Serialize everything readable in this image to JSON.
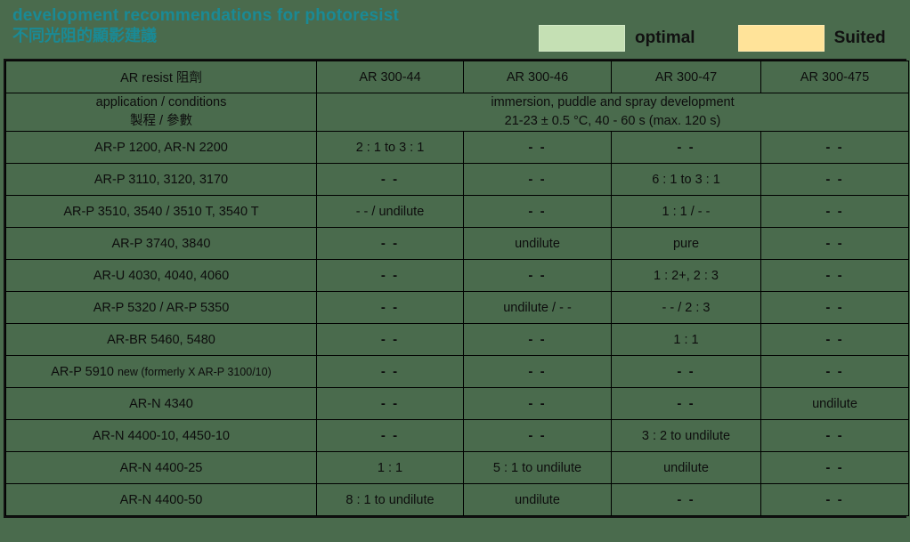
{
  "header": {
    "title_en": "development recommendations for photoresist",
    "title_zh": "不同光阻的顯影建議",
    "title_color": "#1a8a95"
  },
  "legend": {
    "optimal": {
      "label": "optimal",
      "color": "#c5e0b4"
    },
    "suited": {
      "label": "Suited",
      "color": "#ffe399"
    },
    "none_color": "#4a6b4d"
  },
  "table": {
    "row_header_label": "AR resist 阻劑",
    "columns": [
      "AR 300-44",
      "AR 300-46",
      "AR 300-47",
      "AR 300-475"
    ],
    "conditions": {
      "label_en": "application / conditions",
      "label_zh": "製程 / 參數",
      "line1": "immersion, puddle and spray development",
      "line2": "21-23 ± 0.5 °C, 40 - 60 s (max. 120 s)"
    },
    "dash": "- -",
    "rows": [
      {
        "name": "AR-P 1200, AR-N 2200",
        "name_small": "",
        "cells": [
          {
            "text": "2 : 1 to 3 : 1",
            "state": "optimal"
          },
          {
            "text": "- -",
            "state": "none"
          },
          {
            "text": "- -",
            "state": "none"
          },
          {
            "text": "- -",
            "state": "none"
          }
        ]
      },
      {
        "name": "AR-P 3110, 3120, 3170",
        "name_small": "",
        "cells": [
          {
            "text": "- -",
            "state": "none"
          },
          {
            "text": "- -",
            "state": "none"
          },
          {
            "text": "6 : 1 to 3 : 1",
            "state": "suited"
          },
          {
            "text": "- -",
            "state": "none"
          }
        ]
      },
      {
        "name": "AR-P 3510, 3540 / 3510 T, 3540 T",
        "name_small": "",
        "cells": [
          {
            "text": "- - / undilute",
            "state": "optimal"
          },
          {
            "text": "- -",
            "state": "none"
          },
          {
            "text": "1 : 1 / - -",
            "state": "suited"
          },
          {
            "text": "- -",
            "state": "none"
          }
        ]
      },
      {
        "name": "AR-P 3740, 3840",
        "name_small": "",
        "cells": [
          {
            "text": "- -",
            "state": "none"
          },
          {
            "text": "undilute",
            "state": "suited"
          },
          {
            "text": "pure",
            "state": "optimal"
          },
          {
            "text": "- -",
            "state": "none"
          }
        ]
      },
      {
        "name": "AR-U 4030, 4040, 4060",
        "name_small": "",
        "cells": [
          {
            "text": "- -",
            "state": "none"
          },
          {
            "text": "- -",
            "state": "none"
          },
          {
            "text": "1 : 2+, 2 : 3",
            "state": "suited"
          },
          {
            "text": "- -",
            "state": "none"
          }
        ]
      },
      {
        "name": "AR-P 5320 / AR-P 5350",
        "name_small": "",
        "cells": [
          {
            "text": "- -",
            "state": "none"
          },
          {
            "text": "undilute / - -",
            "state": "suited"
          },
          {
            "text": "- - / 2 : 3",
            "state": "suited"
          },
          {
            "text": "- -",
            "state": "none"
          }
        ]
      },
      {
        "name": "AR-BR 5460, 5480",
        "name_small": "",
        "cells": [
          {
            "text": "- -",
            "state": "none"
          },
          {
            "text": "- -",
            "state": "none"
          },
          {
            "text": "1 : 1",
            "state": "optimal"
          },
          {
            "text": "- -",
            "state": "none"
          }
        ]
      },
      {
        "name": "AR-P 5910 ",
        "name_small": "new (formerly X AR-P 3100/10)",
        "cells": [
          {
            "text": "- -",
            "state": "none"
          },
          {
            "text": "- -",
            "state": "none"
          },
          {
            "text": "- -",
            "state": "none"
          },
          {
            "text": "- -",
            "state": "none"
          }
        ]
      },
      {
        "name": "AR-N 4340",
        "name_small": "",
        "cells": [
          {
            "text": "- -",
            "state": "none"
          },
          {
            "text": "- -",
            "state": "none"
          },
          {
            "text": "- -",
            "state": "none"
          },
          {
            "text": "undilute",
            "state": "optimal"
          }
        ]
      },
      {
        "name": "AR-N 4400-10, 4450-10",
        "name_small": "",
        "cells": [
          {
            "text": "- -",
            "state": "none"
          },
          {
            "text": "- -",
            "state": "none"
          },
          {
            "text": "3 : 2 to undilute",
            "state": "suited"
          },
          {
            "text": "- -",
            "state": "none"
          }
        ]
      },
      {
        "name": "AR-N 4400-25",
        "name_small": "",
        "cells": [
          {
            "text": "1 : 1",
            "state": "optimal"
          },
          {
            "text": "5 : 1 to undilute",
            "state": "optimal"
          },
          {
            "text": "undilute",
            "state": "suited"
          },
          {
            "text": "- -",
            "state": "none"
          }
        ]
      },
      {
        "name": "AR-N 4400-50",
        "name_small": "",
        "cells": [
          {
            "text": "8 : 1 to undilute",
            "state": "optimal"
          },
          {
            "text": "undilute",
            "state": "suited"
          },
          {
            "text": "- -",
            "state": "none"
          },
          {
            "text": "- -",
            "state": "none"
          }
        ]
      }
    ]
  }
}
